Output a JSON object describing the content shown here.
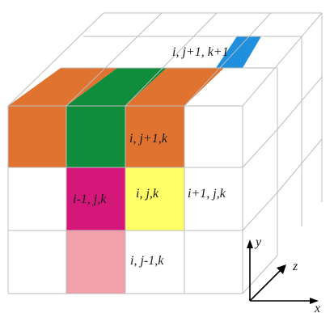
{
  "colors": {
    "orange": "#e07330",
    "green": "#0f8c3c",
    "blue": "#1f8fde",
    "magenta": "#d6177a",
    "yellow": "#ffff66",
    "pink": "#f2a0aa",
    "grid_line": "#bdbdbd"
  },
  "cell_labels": {
    "top_back": "i, j+1, k+1",
    "front_up": "i, j+1,k",
    "left": "i-1, j,k",
    "center": "i, j,k",
    "right": "i+1, j,k",
    "below": "i, j-1,k"
  },
  "axes": {
    "y": "y",
    "z": "z",
    "x": "x"
  }
}
